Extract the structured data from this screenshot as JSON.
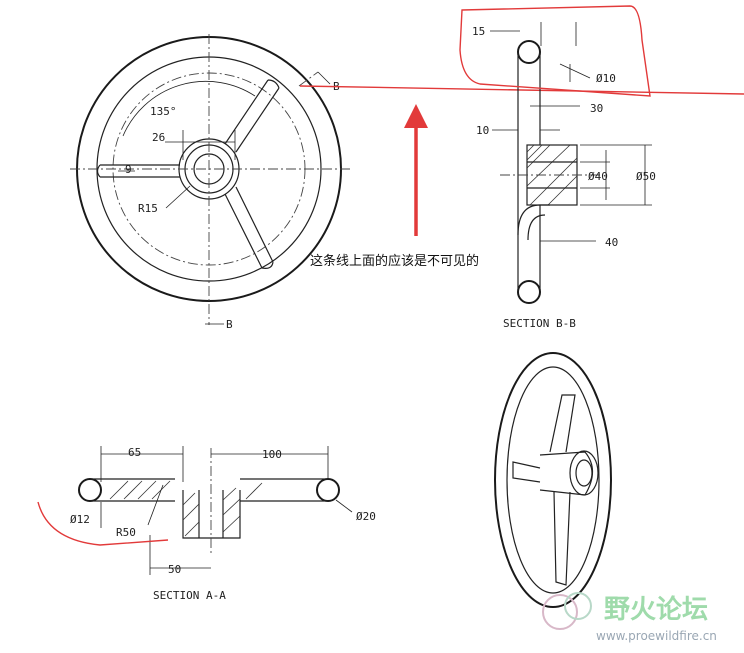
{
  "top_view": {
    "angle_label": "135°",
    "dim_26": "26",
    "dim_9": "9",
    "radius_label": "R15",
    "section_mark_top": "B",
    "section_mark_bottom": "B"
  },
  "section_bb": {
    "title": "SECTION  B-B",
    "dim_15": "15",
    "dia_10": "Ø10",
    "dim_30": "30",
    "dim_10": "10",
    "dia_40": "Ø40",
    "dia_50": "Ø50",
    "dim_40": "40"
  },
  "section_aa": {
    "title": "SECTION  A-A",
    "dim_65": "65",
    "dim_100": "100",
    "dia_12": "Ø12",
    "radius_label": "R50",
    "dia_20": "Ø20",
    "dim_50": "50"
  },
  "annotation": {
    "note": "这条线上面的应该是不可见的",
    "note_color": "#111111",
    "markup_color": "#e23a3a"
  },
  "watermark": {
    "cn_text": "野火论坛",
    "url_text": "www.proewildfire.cn",
    "cn_color": "#7fcf8f"
  }
}
